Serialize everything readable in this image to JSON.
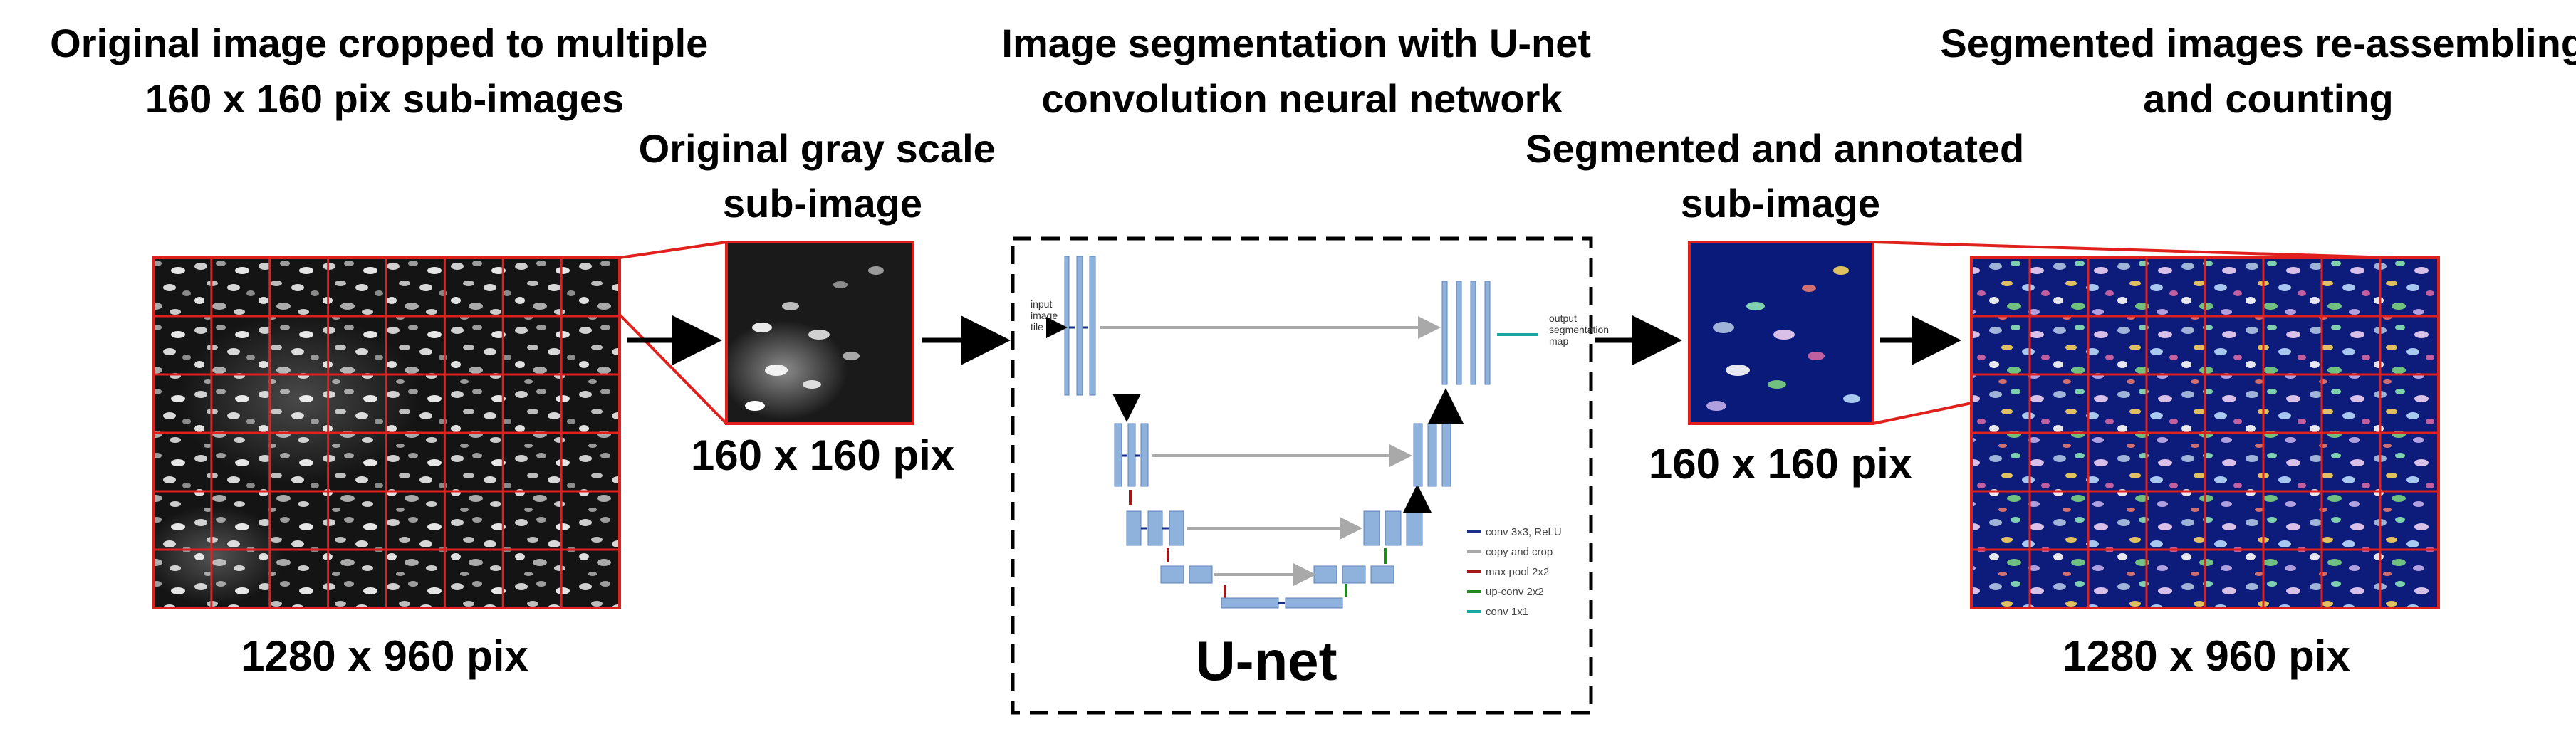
{
  "headings": {
    "step1": [
      "Original image cropped to multiple",
      "160 x 160 pix sub-images"
    ],
    "step2": [
      "Original gray scale",
      "sub-image"
    ],
    "step3": [
      "Image segmentation with U-net",
      "convolution neural network"
    ],
    "step4": [
      "Segmented and annotated",
      "sub-image"
    ],
    "step5": [
      "Segmented images re-assembling",
      "and counting"
    ]
  },
  "size_labels": {
    "original": "1280 x 960 pix",
    "sub_gray": "160 x 160 pix",
    "sub_segmented": "160 x 160 pix",
    "result": "1280 x 960 pix"
  },
  "unet": {
    "title": "U-net",
    "input_label": [
      "input",
      "image",
      "tile"
    ],
    "output_label": [
      "output",
      "segmentation",
      "map"
    ],
    "legend": [
      {
        "label": "conv 3x3, ReLU",
        "color": "#1a2e8c"
      },
      {
        "label": "copy and crop",
        "color": "#a9a9a9"
      },
      {
        "label": "max pool 2x2",
        "color": "#a01818"
      },
      {
        "label": "up-conv 2x2",
        "color": "#1e8a1e"
      },
      {
        "label": "conv 1x1",
        "color": "#1aa6a0"
      }
    ]
  },
  "colors": {
    "grid_line": "#e0201c",
    "arrow": "#000000",
    "unet_block": "#8fb2dc",
    "segmented_bg": "#0a1a7a"
  }
}
